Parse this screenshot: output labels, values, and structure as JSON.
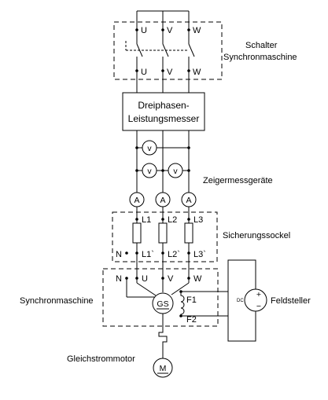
{
  "labels": {
    "switch_title_1": "Schalter",
    "switch_title_2": "Synchronmaschine",
    "meter_box_1": "Dreiphasen-",
    "meter_box_2": "Leistungsmesser",
    "pointer_instruments": "Zeigermessgeräte",
    "fuse_holder": "Sicherungssockel",
    "sync_machine": "Synchronmaschine",
    "field_controller": "Feldsteller",
    "dc_motor": "Gleichstrommotor"
  },
  "terminals": {
    "u": "U",
    "v": "V",
    "w": "W",
    "l1": "L1",
    "l2": "L2",
    "l3": "L3",
    "l1p": "L1`",
    "l2p": "L2`",
    "l3p": "L3`",
    "n": "N",
    "f1": "F1",
    "f2": "F2"
  },
  "symbols": {
    "voltmeter": "V",
    "ammeter": "A",
    "generator": "GS",
    "motor": "M",
    "dc": "DC",
    "plus": "+",
    "minus": "−"
  }
}
